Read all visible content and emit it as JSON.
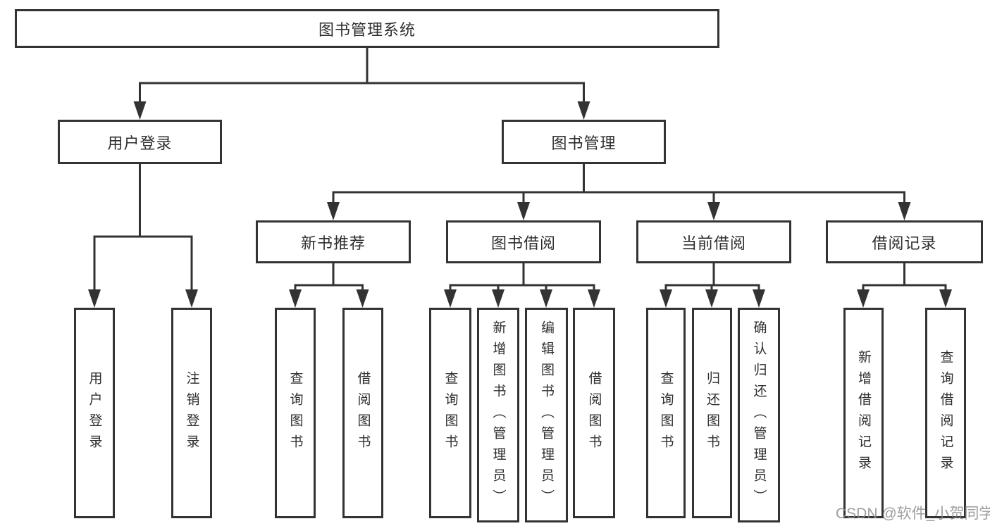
{
  "tree": {
    "label": "图书管理系统",
    "children": [
      {
        "label": "用户登录",
        "children": [
          {
            "label": "用户登录"
          },
          {
            "label": "注销登录"
          }
        ]
      },
      {
        "label": "图书管理",
        "children": [
          {
            "label": "新书推荐",
            "children": [
              {
                "label": "查询图书"
              },
              {
                "label": "借阅图书"
              }
            ]
          },
          {
            "label": "图书借阅",
            "children": [
              {
                "label": "查询图书"
              },
              {
                "label": "新增图书（管理员）"
              },
              {
                "label": "编辑图书（管理员）"
              },
              {
                "label": "借阅图书"
              }
            ]
          },
          {
            "label": "当前借阅",
            "children": [
              {
                "label": "查询图书"
              },
              {
                "label": "归还图书"
              },
              {
                "label": "确认归还（管理员）"
              }
            ]
          },
          {
            "label": "借阅记录",
            "children": [
              {
                "label": "新增借阅记录"
              },
              {
                "label": "查询借阅记录"
              }
            ]
          }
        ]
      }
    ]
  },
  "watermark": {
    "text": "CSDN @软件_小贺同学"
  },
  "colors": {
    "line": "#333333",
    "text": "#2f2f2f",
    "background": "#ffffff",
    "watermark": "#8c8c8c"
  }
}
